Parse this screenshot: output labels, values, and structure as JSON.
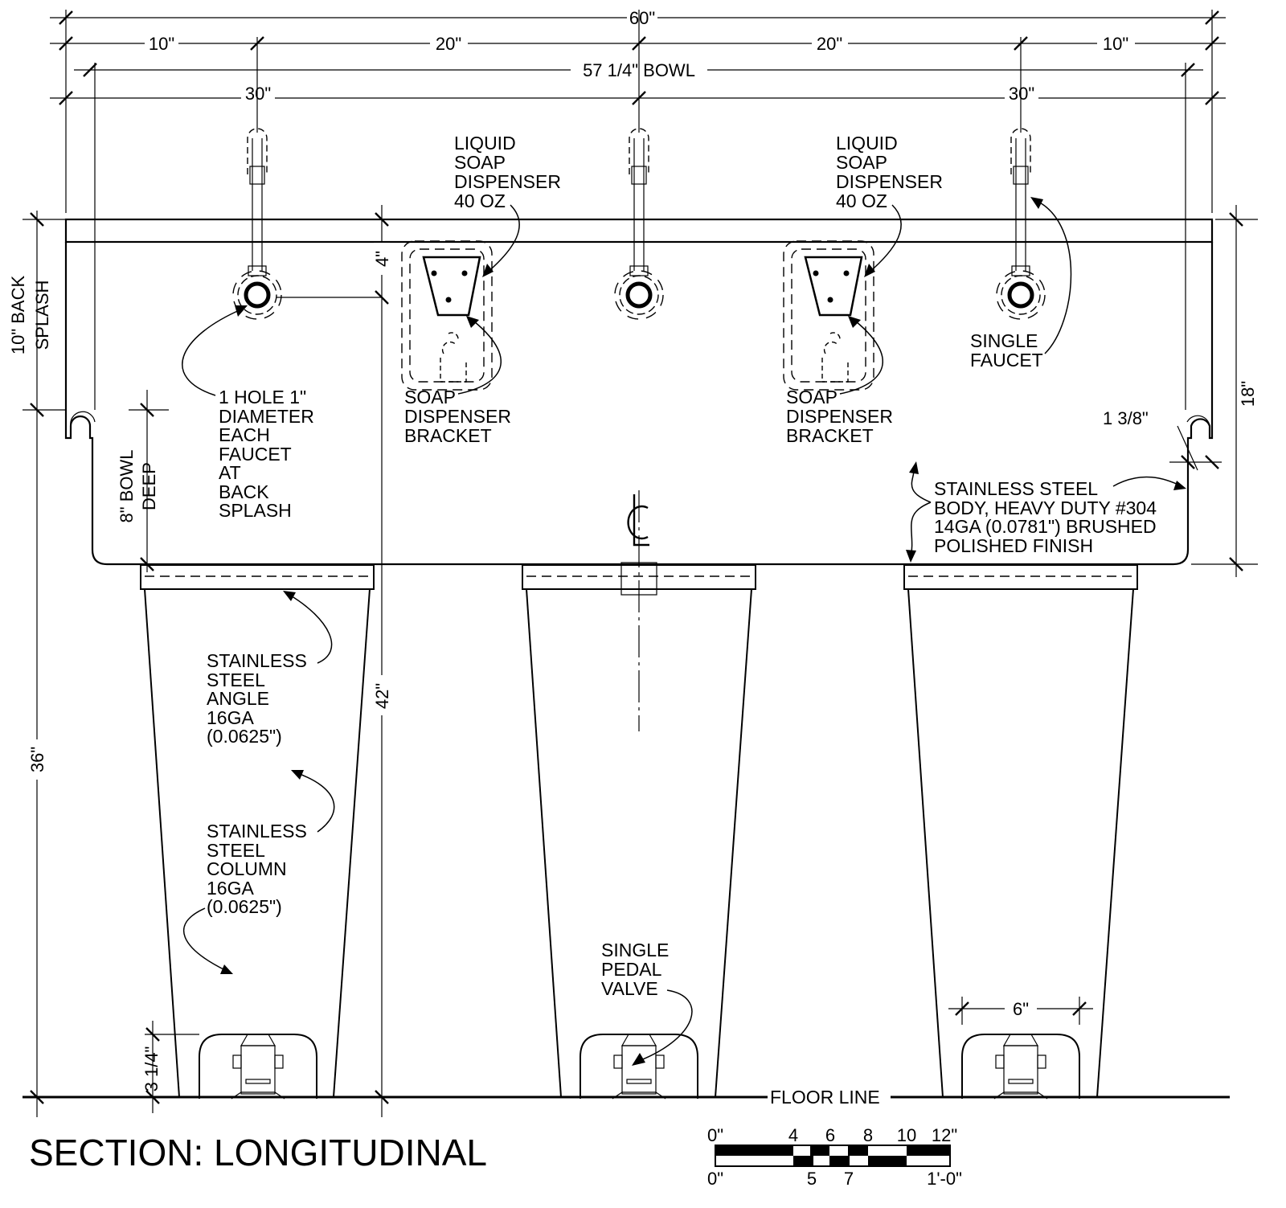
{
  "title": "SECTION: LONGITUDINAL",
  "dimensions": {
    "overall": "60\"",
    "end_left": "10\"",
    "mid_left": "20\"",
    "mid_right": "20\"",
    "end_right": "10\"",
    "bowl": "57 1/4\" BOWL",
    "half_left": "30\"",
    "half_right": "30\"",
    "back_splash": [
      "10\" BACK",
      "SPLASH"
    ],
    "bowl_deep": [
      "8\" BOWL",
      "DEEP"
    ],
    "soap_offset": "4\"",
    "height_42": "42\"",
    "height_36": "36\"",
    "pedal_height": "3 1/4\"",
    "depth_18": "18\"",
    "rim": "1 3/8\"",
    "pedal_width": "6\""
  },
  "labels": {
    "soap_left": [
      "LIQUID",
      "SOAP",
      "DISPENSER",
      "40 OZ"
    ],
    "soap_right": [
      "LIQUID",
      "SOAP",
      "DISPENSER",
      "40 OZ"
    ],
    "bracket_left": [
      "SOAP",
      "DISPENSER",
      "BRACKET"
    ],
    "bracket_right": [
      "SOAP",
      "DISPENSER",
      "BRACKET"
    ],
    "faucet_hole": [
      "1 HOLE 1\"",
      "DIAMETER",
      "EACH",
      "FAUCET",
      "AT",
      "BACK",
      "SPLASH"
    ],
    "single_faucet": [
      "SINGLE",
      "FAUCET"
    ],
    "body": [
      "STAINLESS STEEL",
      "BODY, HEAVY DUTY #304",
      "14GA (0.0781\") BRUSHED",
      "POLISHED FINISH"
    ],
    "angle": [
      "STAINLESS",
      "STEEL",
      "ANGLE",
      "16GA",
      "(0.0625\")"
    ],
    "column": [
      "STAINLESS",
      "STEEL",
      "COLUMN",
      "16GA",
      "(0.0625\")"
    ],
    "pedal": [
      "SINGLE",
      "PEDAL",
      "VALVE"
    ],
    "floor": "FLOOR LINE",
    "centerline": "CL"
  },
  "scale_bar": {
    "top_ticks": [
      "0\"",
      "4",
      "6",
      "8",
      "10",
      "12\""
    ],
    "bottom_ticks": [
      "0\"",
      "5",
      "7",
      "1'-0\""
    ]
  }
}
